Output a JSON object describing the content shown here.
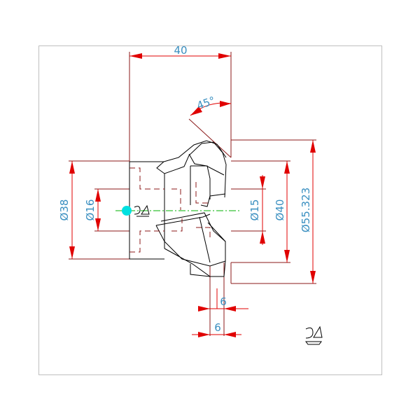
{
  "drawing": {
    "dimensions": {
      "width_top": "40",
      "angle": "45°",
      "dia_38": "Ø38",
      "dia_16": "Ø16",
      "dia_15": "Ø15",
      "dia_40": "Ø40",
      "dia_55": "Ø55.323",
      "step_upper": "6",
      "step_lower": "6"
    },
    "colors": {
      "dimension": "#e00000",
      "extension": "#8b1a1a",
      "text": "#3a8fc0",
      "centerline": "#00b000",
      "origin": "#00e0e0",
      "frame": "#c0c0c0"
    }
  }
}
